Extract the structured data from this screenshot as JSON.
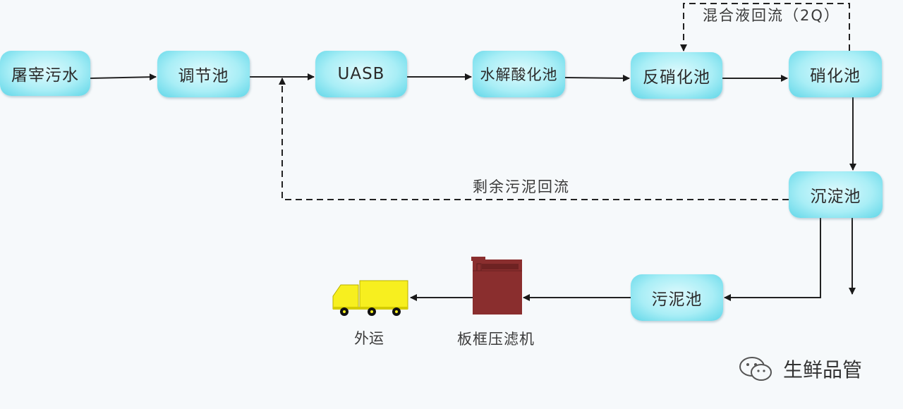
{
  "nodes": {
    "tuzai": "屠宰污水",
    "tiaojie": "调节池",
    "uasb": "UASB",
    "shuijie": "水解酸化池",
    "fanxiao": "反硝化池",
    "xiaohua": "硝化池",
    "chendian": "沉淀池",
    "wuni": "污泥池"
  },
  "labels": {
    "mixed_reflux": "混合液回流（2Q）",
    "sludge_reflux": "剩余污泥回流",
    "transport": "外运",
    "filter_press": "板框压滤机"
  },
  "watermark": {
    "text": "生鲜品管",
    "icon": "wechat-icon"
  },
  "colors": {
    "node_fill": "#a9eef6",
    "truck": "#f7ef1f",
    "filter_press": "#8a2e2e",
    "line": "#222222"
  }
}
